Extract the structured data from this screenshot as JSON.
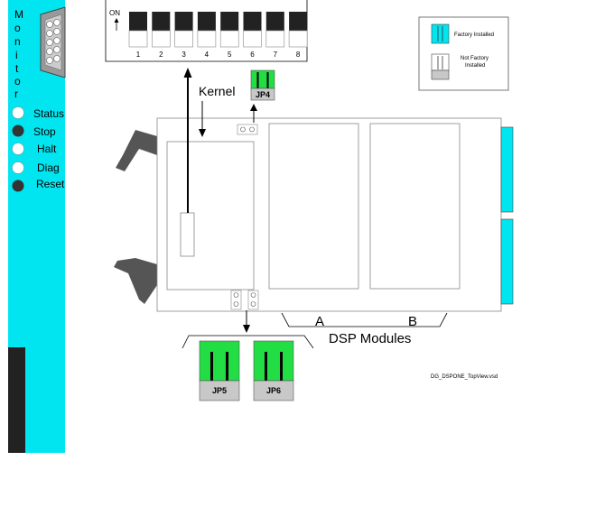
{
  "panel": {
    "vertical_label": [
      "M",
      "o",
      "n",
      "i",
      "t",
      "o",
      "r"
    ],
    "leds": [
      {
        "label": "Status",
        "state": "off"
      },
      {
        "label": "Stop",
        "state": "on"
      },
      {
        "label": "Halt",
        "state": "off"
      },
      {
        "label": "Diag",
        "state": "off"
      },
      {
        "label": "Reset",
        "state": "on"
      }
    ]
  },
  "dip_switch": {
    "on_label": "ON",
    "switches": [
      "1",
      "2",
      "3",
      "4",
      "5",
      "6",
      "7",
      "8"
    ]
  },
  "legend": {
    "factory_installed": "Factory Installed",
    "not_factory_installed_line1": "Not Factory",
    "not_factory_installed_line2": "Installed"
  },
  "labels": {
    "kernel": "Kernel",
    "jp4": "JP4",
    "jp5": "JP5",
    "jp6": "JP6",
    "module_a": "A",
    "module_b": "B",
    "dsp_modules": "DSP Modules",
    "file_name": "DG_DSPONE_TopView.vsd"
  },
  "colors": {
    "panel_cyan": "#00e5f0",
    "jumper_green": "#22dd44",
    "jumper_gray": "#c8c8c8",
    "led_on": "#333333"
  }
}
